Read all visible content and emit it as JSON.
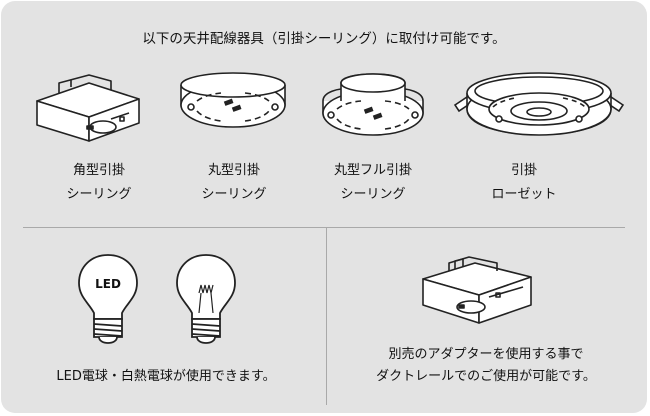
{
  "header": {
    "title": "以下の天井配線器具（引掛シーリング）に取付け可能です。"
  },
  "fixtures": [
    {
      "line1": "角型引掛",
      "line2": "シーリング",
      "icon": "square-ceiling-fixture-icon"
    },
    {
      "line1": "丸型引掛",
      "line2": "シーリング",
      "icon": "round-ceiling-fixture-icon"
    },
    {
      "line1": "丸型フル引掛",
      "line2": "シーリング",
      "icon": "round-full-ceiling-fixture-icon"
    },
    {
      "line1": "引掛",
      "line2": "ローゼット",
      "icon": "rosette-ceiling-fixture-icon"
    }
  ],
  "bulbs": {
    "led_label": "LED",
    "caption": "LED電球・白熱電球が使用できます。"
  },
  "adapter": {
    "line1": "別売のアダプターを使用する事で",
    "line2": "ダクトレールでのご使用が可能です。"
  },
  "colors": {
    "panel": "#e3e3e3",
    "line": "#222222",
    "divider": "#a9a9a9"
  }
}
